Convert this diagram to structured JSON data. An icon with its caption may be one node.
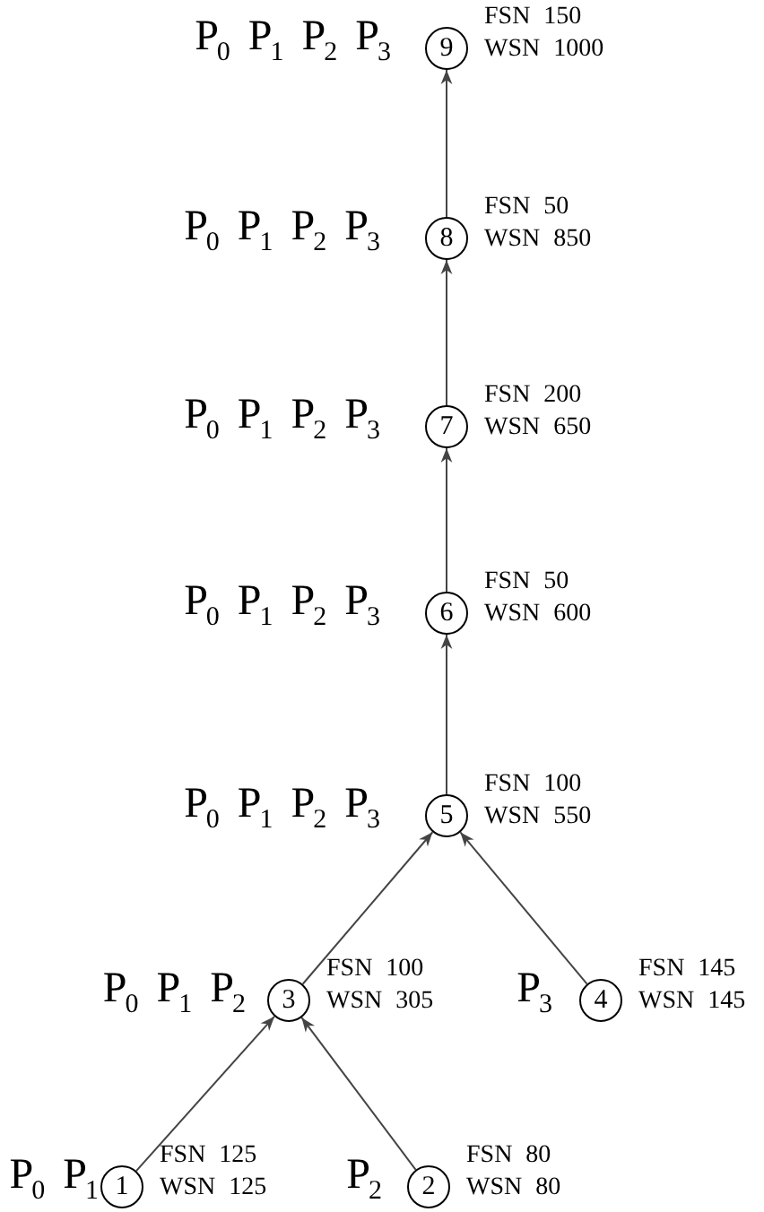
{
  "diagram": {
    "nodes": [
      {
        "text": [
          "9"
        ],
        "beside": [
          "P$_{0}$ P$_{1}$ P$_{2}$ P$_{3}$",
          "FSN 150",
          "WSN 1000"
        ]
      },
      {
        "text": [
          "8"
        ],
        "beside": [
          "P$_{0}$ P$_{1}$ P$_{2}$ P$_{3}$",
          "FSN 50",
          "WSN 850"
        ]
      },
      {
        "text": [
          "7"
        ],
        "beside": [
          "P$_{0}$ P$_{1}$ P$_{2}$ P$_{3}$",
          "FSN 200",
          "WSN 650"
        ]
      },
      {
        "text": [
          "6"
        ],
        "beside": [
          "P$_{0}$ P$_{1}$ P$_{2}$ P$_{3}$",
          "FSN 50",
          "WSN 600"
        ]
      },
      {
        "text": [
          "5"
        ],
        "beside": [
          "P$_{0}$ P$_{1}$ P$_{2}$ P$_{3}$",
          "FSN 100",
          "WSN 550"
        ]
      },
      {
        "text": [
          "3"
        ],
        "beside": [
          "P$_{0}$ P$_{1}$ P$_{2}$",
          "FSN 100",
          "WSN 305"
        ]
      },
      {
        "text": [
          "4"
        ],
        "beside": [
          "P$_{3}$",
          "FSN 145",
          "WSN 145"
        ]
      },
      {
        "text": [
          "1"
        ],
        "beside": [
          "P$_{0}$ P$_{1}$",
          "FSN 125",
          "WSN 125"
        ]
      },
      {
        "text": [
          "2"
        ],
        "beside": [
          "P$_{2}$",
          "FSN 80",
          "WSN 80"
        ]
      }
    ],
    "edges": [
      {
        "from": 7,
        "to": 5,
        "arrow": "to"
      },
      {
        "from": 8,
        "to": 5,
        "arrow": "to"
      },
      {
        "from": 5,
        "to": 4,
        "arrow": "to"
      },
      {
        "from": 6,
        "to": 4,
        "arrow": "to"
      },
      {
        "from": 4,
        "to": 3,
        "arrow": "to"
      },
      {
        "from": 3,
        "to": 2,
        "arrow": "to"
      },
      {
        "from": 2,
        "to": 1,
        "arrow": "to"
      },
      {
        "from": 1,
        "to": 0,
        "arrow": "to"
      }
    ]
  }
}
